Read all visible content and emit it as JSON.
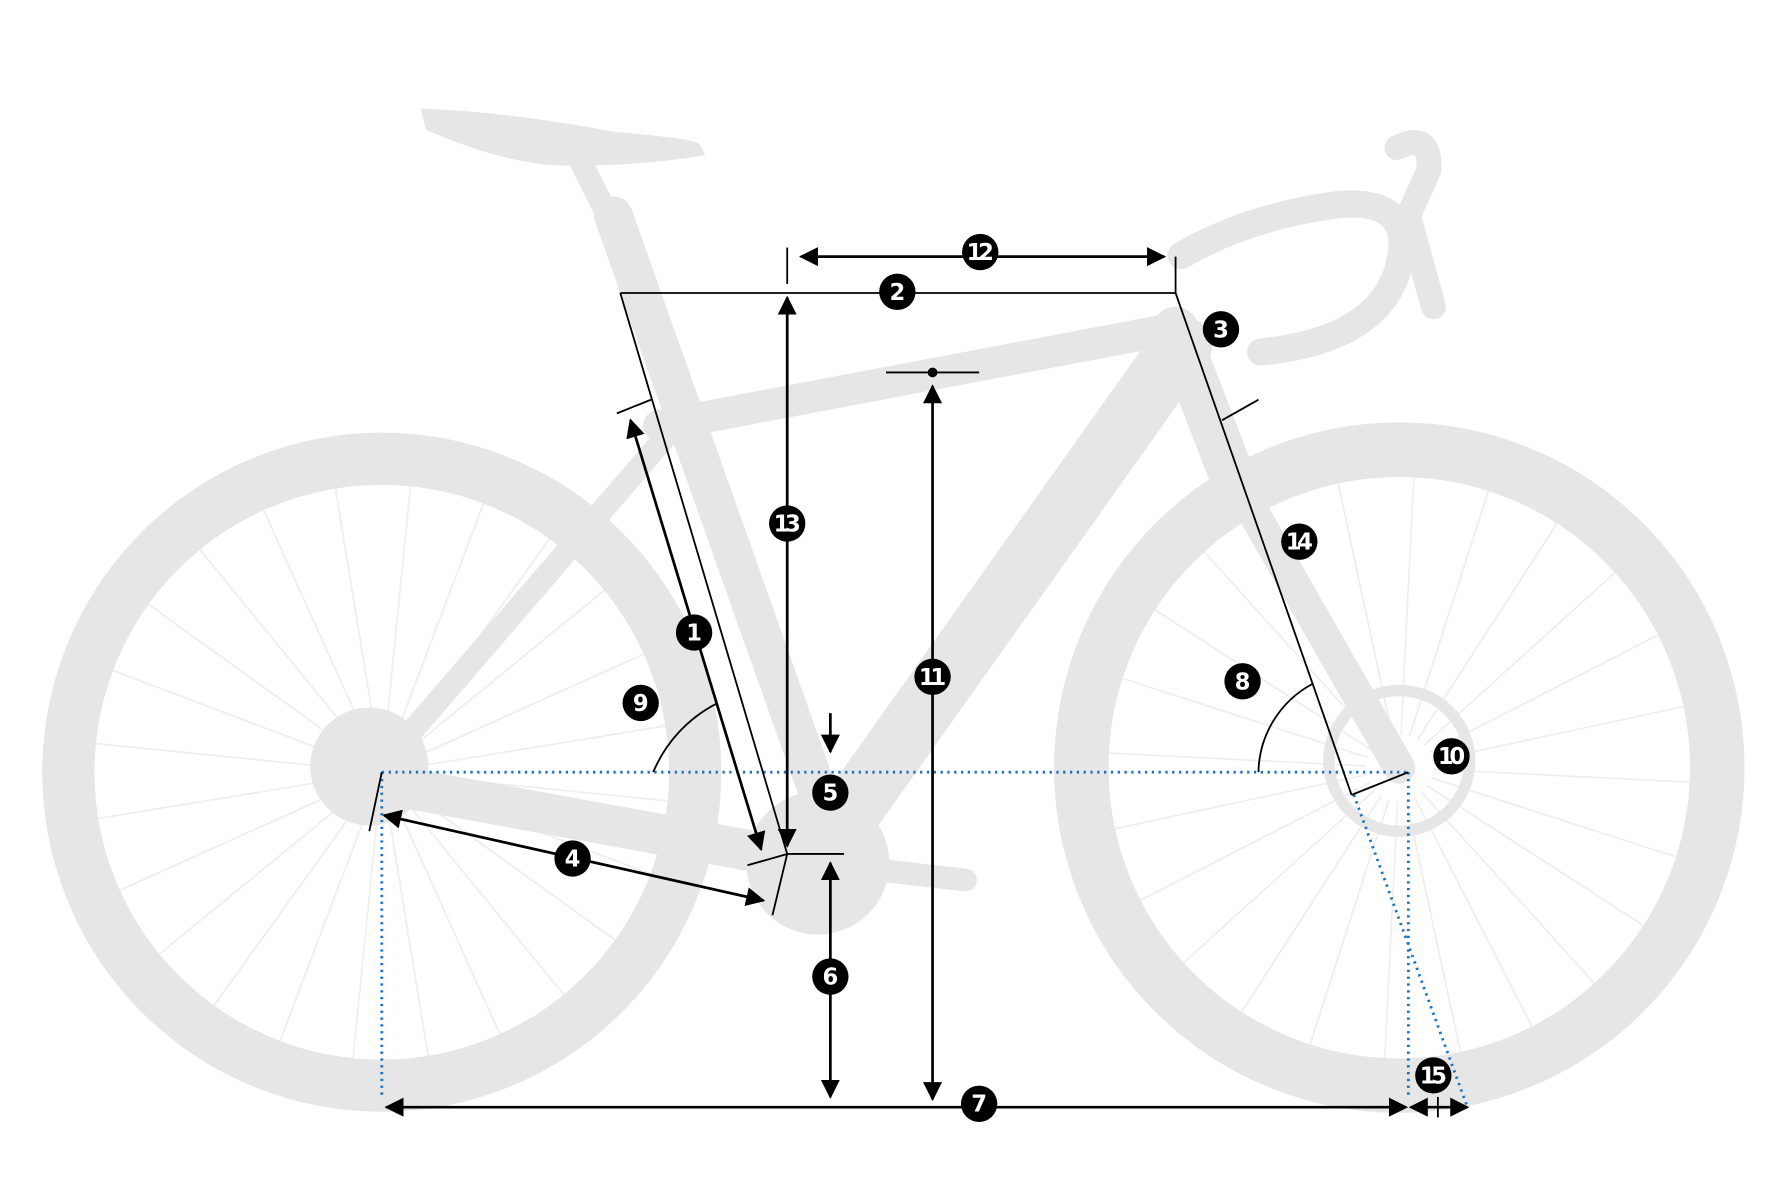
{
  "diagram": {
    "colors": {
      "bike_silhouette": "#e6e6e7",
      "spokes": "#eeeeef",
      "dimension_lines": "#000000",
      "reference_lines": "#1a73c7",
      "marker_fill": "#000000",
      "marker_text": "#ffffff"
    },
    "markers": [
      {
        "id": "m1",
        "text": "1"
      },
      {
        "id": "m2",
        "text": "2"
      },
      {
        "id": "m3",
        "text": "3"
      },
      {
        "id": "m4",
        "text": "4"
      },
      {
        "id": "m5",
        "text": "5"
      },
      {
        "id": "m6",
        "text": "6"
      },
      {
        "id": "m7",
        "text": "7"
      },
      {
        "id": "m8",
        "text": "8"
      },
      {
        "id": "m9",
        "text": "9"
      },
      {
        "id": "m10",
        "text": "10"
      },
      {
        "id": "m11",
        "text": "11"
      },
      {
        "id": "m12",
        "text": "12"
      },
      {
        "id": "m13",
        "text": "13"
      },
      {
        "id": "m14",
        "text": "14"
      },
      {
        "id": "m15",
        "text": "15"
      }
    ]
  }
}
